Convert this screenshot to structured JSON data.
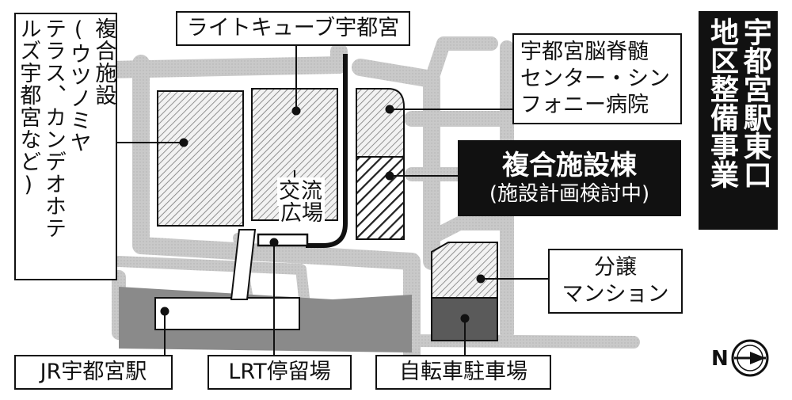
{
  "title": {
    "col1": "宇都宮駅東口",
    "col2": "地区整備事業"
  },
  "labels": {
    "complex_col1": "複合施設",
    "complex_col2": "(ウツノミヤ",
    "complex_col3": "テラス、カンデオホテ",
    "complex_col4": "ルズ宇都宮など)",
    "light_cube": "ライトキューブ宇都宮",
    "hospital_line1": "宇都宮脳脊髄",
    "hospital_line2": "センター・シン",
    "hospital_line3": "フォニー病院",
    "complex_bldg_line1": "複合施設棟",
    "complex_bldg_line2": "(施設計画検討中)",
    "plaza_col1": "交流",
    "plaza_col2": "広場",
    "condo_line1": "分譲",
    "condo_line2": "マンション",
    "jr_station": "JR宇都宮駅",
    "lrt_stop": "LRT停留場",
    "bicycle_parking": "自転車駐車場",
    "north_letter": "N"
  },
  "colors": {
    "ink": "#111111",
    "road": "#c4c4c4",
    "station": "#8a8a8a",
    "paper": "#ffffff"
  }
}
